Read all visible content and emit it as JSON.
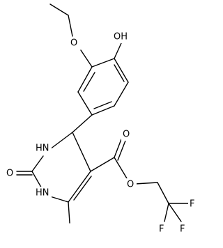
{
  "molecule": {
    "labels": {
      "o_ethoxy": "O",
      "oh_phenol": "OH",
      "nh_upper": "HN",
      "nh_lower": "HN",
      "o_urea": "O",
      "o_ester_carbonyl": "O",
      "o_ester": "O",
      "f_top": "F",
      "f_left": "F",
      "f_right": "F"
    }
  }
}
